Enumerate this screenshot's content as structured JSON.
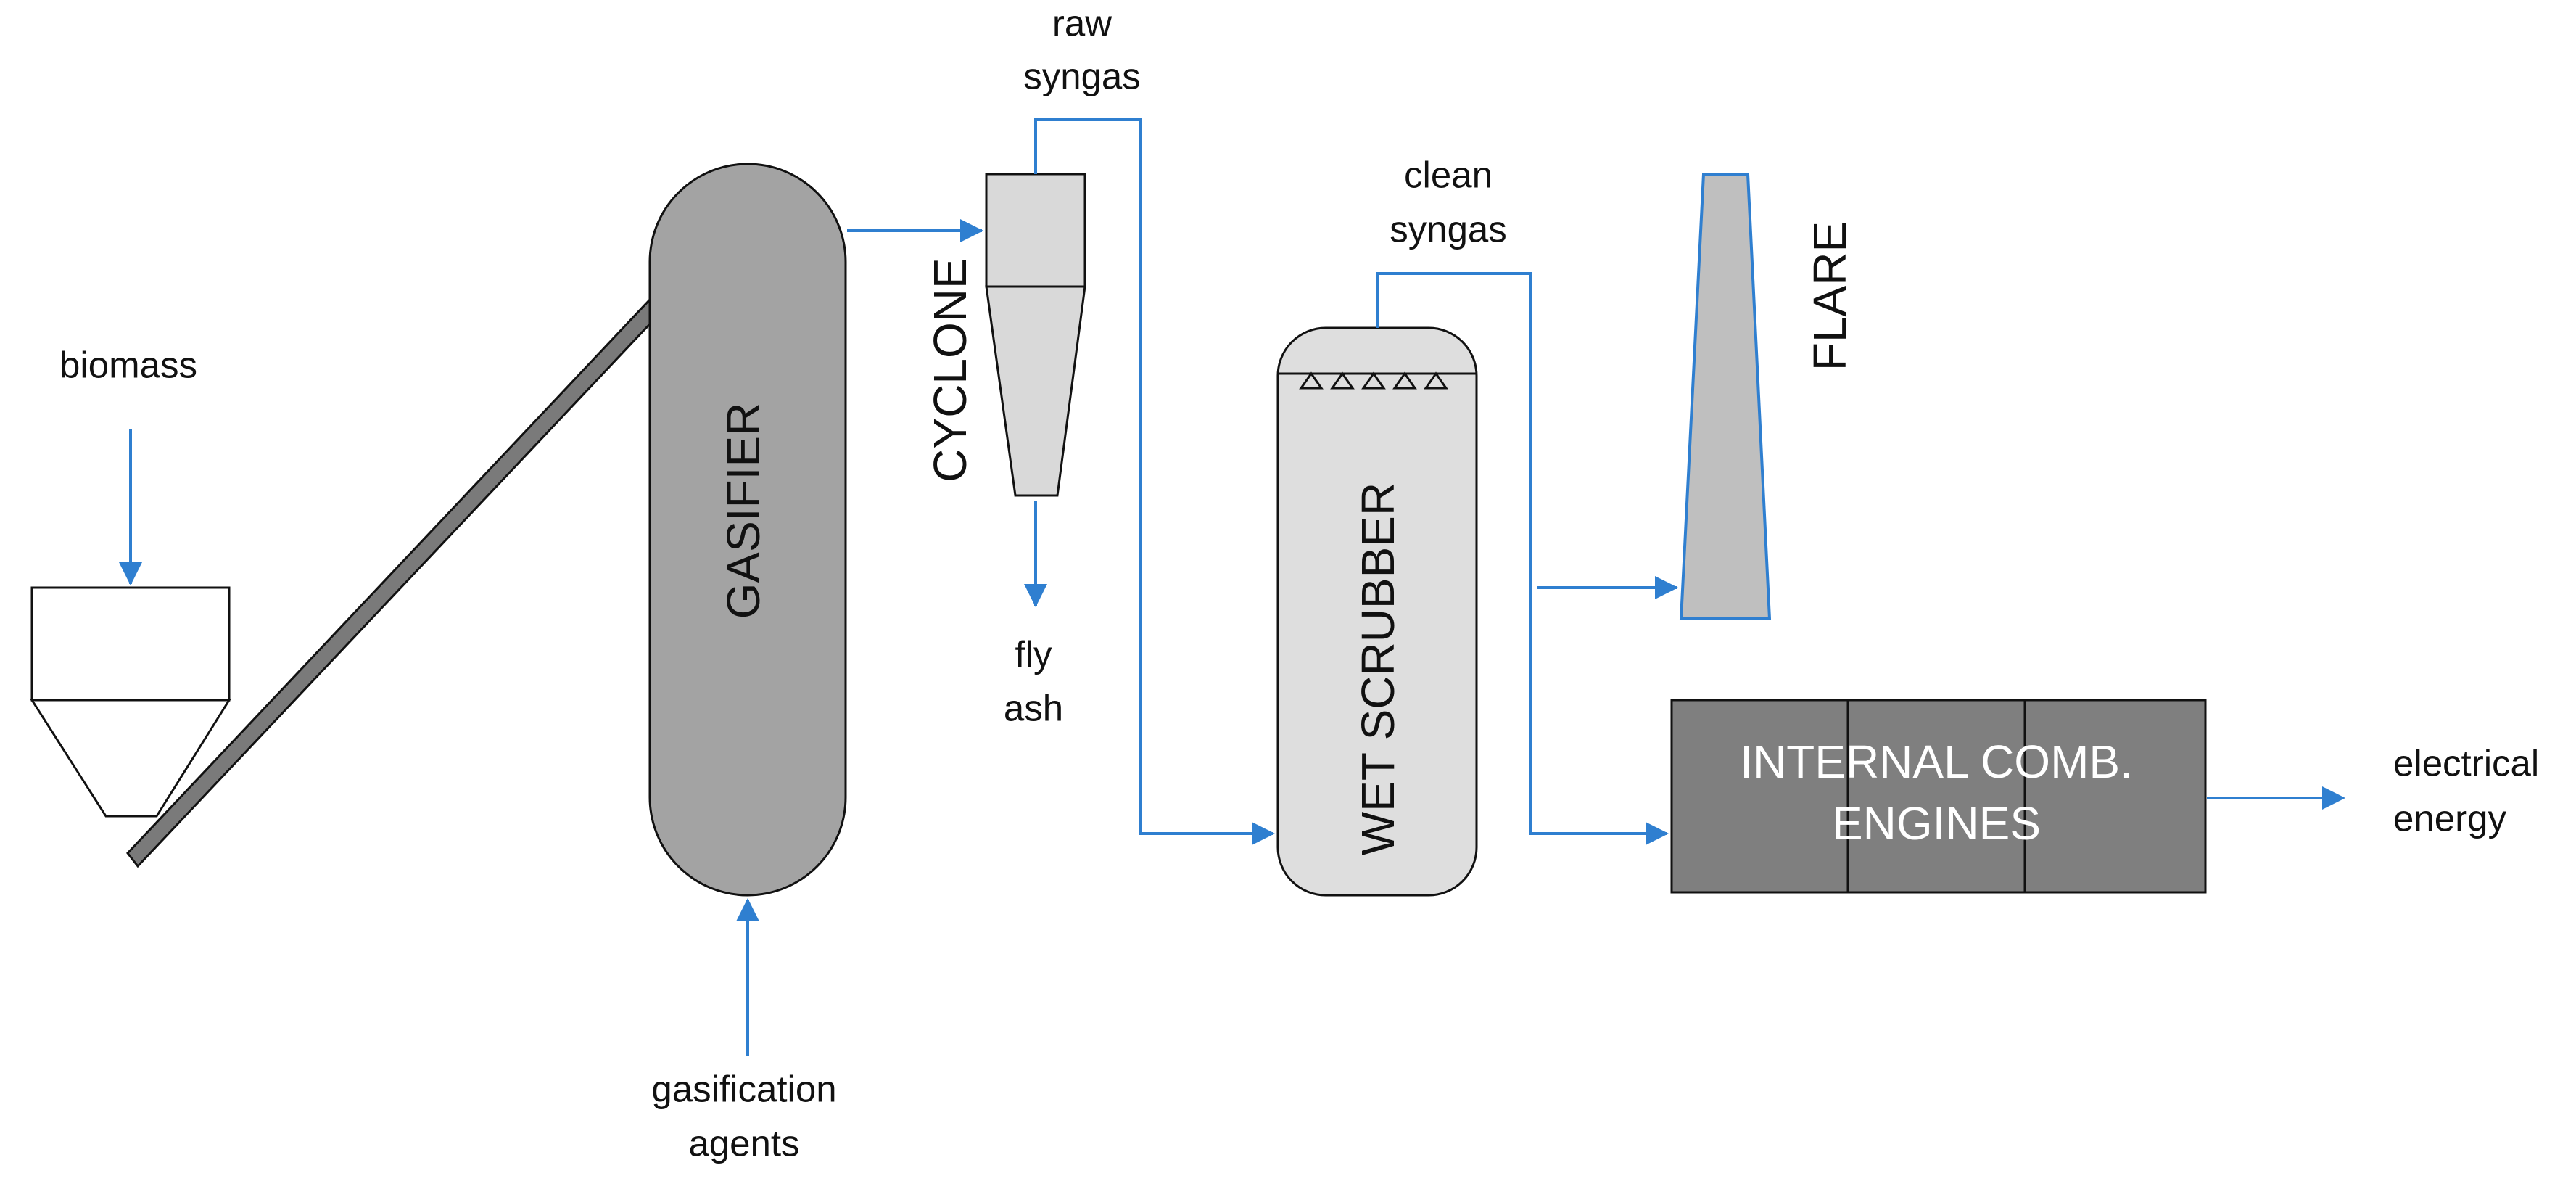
{
  "labels": {
    "biomass": "biomass",
    "gasifier": "GASIFIER",
    "gasification_agents_line1": "gasification",
    "gasification_agents_line2": "agents",
    "raw_syngas_line1": "raw",
    "raw_syngas_line2": "syngas",
    "cyclone": "CYCLONE",
    "fly_ash_line1": "fly",
    "fly_ash_line2": "ash",
    "clean_syngas_line1": "clean",
    "clean_syngas_line2": "syngas",
    "wet_scrubber": "WET SCRUBBER",
    "flare": "FLARE",
    "engines_line1": "INTERNAL COMB.",
    "engines_line2": "ENGINES",
    "electrical_energy_line1": "electrical",
    "electrical_energy_line2": "energy"
  },
  "colors": {
    "flow_line": "#2f7fd0",
    "gasifier_fill": "#a3a3a3",
    "cyclone_fill": "#d9d9d9",
    "scrubber_fill": "#dedede",
    "flare_fill": "#bfbfbf",
    "engine_fill": "#7f7f7f",
    "conveyor_fill": "#7a7a7a"
  }
}
